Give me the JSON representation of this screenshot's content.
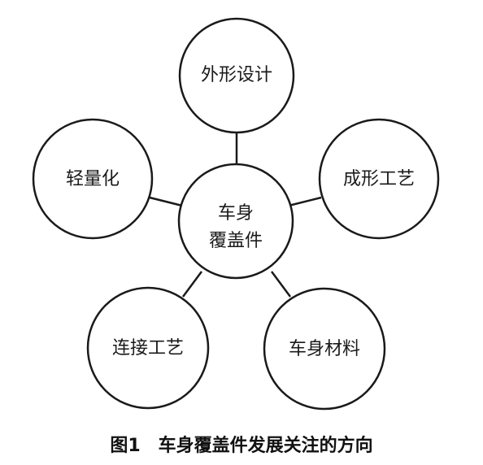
{
  "diagram": {
    "center": {
      "line1": "车身",
      "line2": "覆盖件"
    },
    "nodes": {
      "top": "外形设计",
      "right": "成形工艺",
      "bottom_right": "车身材料",
      "bottom_left": "连接工艺",
      "left": "轻量化"
    }
  },
  "caption": {
    "number": "图1",
    "text": "车身覆盖件发展关注的方向"
  }
}
